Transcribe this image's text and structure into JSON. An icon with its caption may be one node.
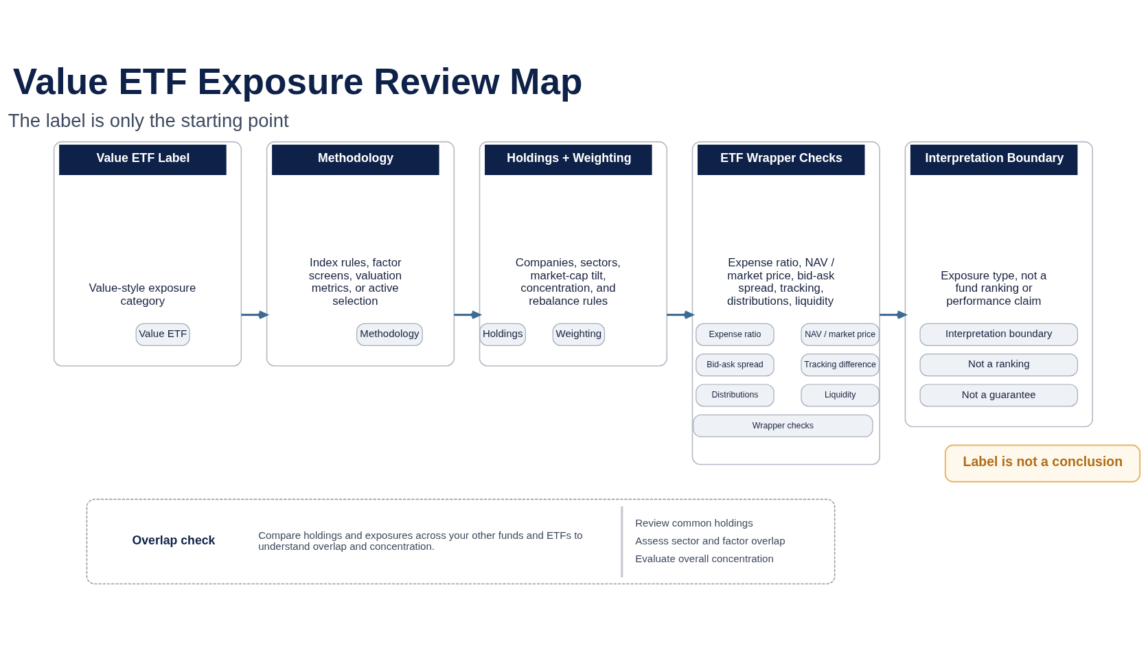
{
  "diagram": {
    "title": "Value ETF Exposure Review Map",
    "nodes": [
      {
        "text": [
          "Value ETF Label",
          "Value-style exposure category"
        ]
      },
      {
        "text": [
          "Value ETF"
        ],
        "in": 0
      },
      {
        "text": [
          "Methodology",
          "Index rules, factor screens, valuation metrics, or active selection"
        ]
      },
      {
        "text": [
          "Methodology"
        ],
        "in": 2
      },
      {
        "text": [
          "Holdings + Weighting",
          "Companies, sectors, market-cap tilt, concentration, and rebalance rules"
        ]
      },
      {
        "text": [
          "Holdings"
        ],
        "in": 4
      },
      {
        "text": [
          "Weighting"
        ],
        "in": 4
      },
      {
        "text": [
          "ETF Wrapper Checks",
          "Expense ratio, NAV / market price, bid-ask spread, tracking, distributions, liquidity"
        ]
      },
      {
        "text": [
          "Expense ratio"
        ],
        "in": 7
      },
      {
        "text": [
          "NAV / market price"
        ],
        "in": 7
      },
      {
        "text": [
          "Bid-ask spread"
        ],
        "in": 7
      },
      {
        "text": [
          "Tracking difference"
        ],
        "in": 7
      },
      {
        "text": [
          "Distributions"
        ],
        "in": 7
      },
      {
        "text": [
          "Liquidity"
        ],
        "in": 7
      },
      {
        "text": [
          "Wrapper checks"
        ],
        "in": 7
      },
      {
        "text": [
          "Interpretation Boundary",
          "Exposure type, not a fund ranking or performance claim"
        ]
      },
      {
        "text": [
          "Interpretation boundary"
        ],
        "in": 15
      },
      {
        "text": [
          "Not a ranking"
        ],
        "in": 15
      },
      {
        "text": [
          "Not a guarantee"
        ],
        "in": 15
      },
      {
        "text": [
          "Label is not a conclusion"
        ]
      },
      {
        "text": [
          "Overlap check",
          "Compare holdings and exposures across your other funds and ETFs to understand overlap and concentration.",
          "Review common holdings",
          "Assess sector and factor overlap",
          "Evaluate overall concentration"
        ]
      }
    ],
    "edges": [
      {
        "from": 0,
        "to": 2,
        "arrow": "to"
      },
      {
        "from": 2,
        "to": 4,
        "arrow": "to"
      },
      {
        "from": 4,
        "to": 7,
        "arrow": "to"
      },
      {
        "from": 7,
        "to": 15,
        "arrow": "to"
      }
    ],
    "labels": [
      "The label is only the starting point"
    ]
  }
}
